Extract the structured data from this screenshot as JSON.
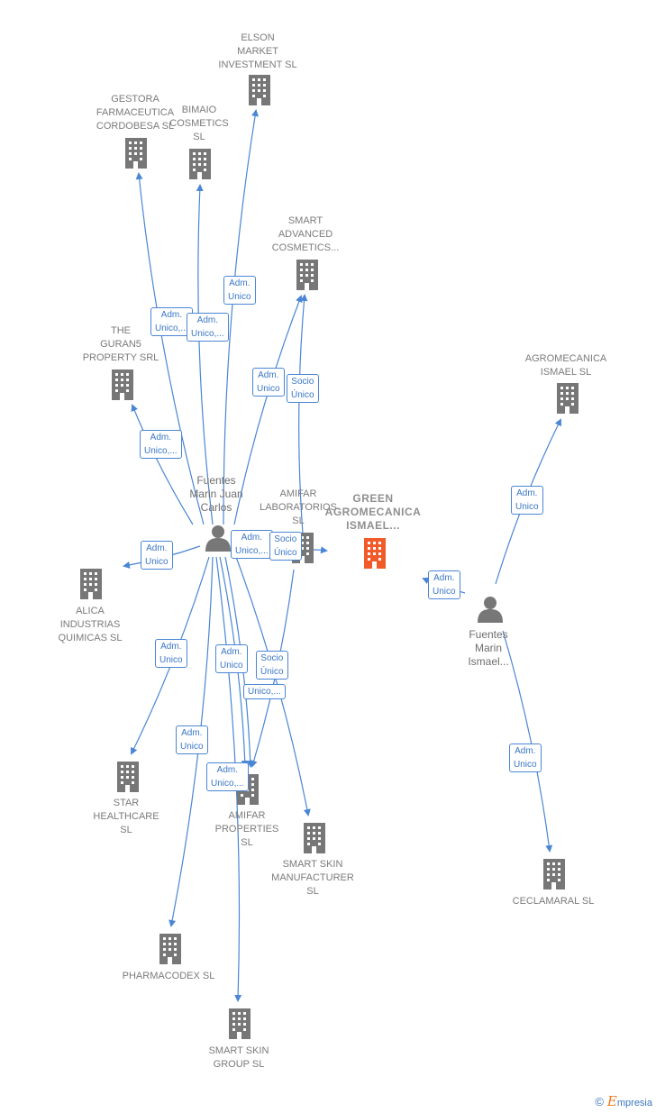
{
  "colors": {
    "edge": "#4a86d4",
    "node": "#777777",
    "main": "#f15b2a",
    "brand": "#f07a1f"
  },
  "nodes": [
    {
      "id": "elson",
      "label": "ELSON\nMARKET\nINVESTMENT SL",
      "kind": "company"
    },
    {
      "id": "gestora",
      "label": "GESTORA\nFARMACEUTICA\nCORDOBESA SL",
      "kind": "company"
    },
    {
      "id": "bimaio",
      "label": "BIMAIO\nCOSMETICS\nSL",
      "kind": "company"
    },
    {
      "id": "smart_adv",
      "label": "SMART\nADVANCED\nCOSMETICS...",
      "kind": "company"
    },
    {
      "id": "guran5",
      "label": "THE\nGURAN5\nPROPERTY SRL",
      "kind": "company"
    },
    {
      "id": "agromecanica",
      "label": "AGROMECANICA\nISMAEL SL",
      "kind": "company"
    },
    {
      "id": "fuentes_jc",
      "label": "Fuentes\nMarin Juan\nCarlos",
      "kind": "person"
    },
    {
      "id": "amifar_lab",
      "label": "AMIFAR\nLABORATORIOS\nSL",
      "kind": "company"
    },
    {
      "id": "green",
      "label": "GREEN\nAGROMECANICA\nISMAEL...",
      "kind": "main"
    },
    {
      "id": "alica",
      "label": "ALICA\nINDUSTRIAS\nQUIMICAS  SL",
      "kind": "company"
    },
    {
      "id": "fuentes_i",
      "label": "Fuentes\nMarin\nIsmael...",
      "kind": "person"
    },
    {
      "id": "star",
      "label": "STAR\nHEALTHCARE\nSL",
      "kind": "company"
    },
    {
      "id": "amifar_prop",
      "label": "AMIFAR\nPROPERTIES\nSL",
      "kind": "company"
    },
    {
      "id": "smart_skin_man",
      "label": "SMART SKIN\nMANUFACTURER\nSL",
      "kind": "company"
    },
    {
      "id": "ceclamaral",
      "label": "CECLAMARAL SL",
      "kind": "company"
    },
    {
      "id": "pharmacodex",
      "label": "PHARMACODEX SL",
      "kind": "company"
    },
    {
      "id": "smart_skin_group",
      "label": "SMART SKIN\nGROUP  SL",
      "kind": "company"
    }
  ],
  "edges": [
    {
      "from": "fuentes_jc",
      "to": "gestora",
      "label": "Adm.\nUnico,..."
    },
    {
      "from": "fuentes_jc",
      "to": "bimaio",
      "label": "Adm.\nUnico,..."
    },
    {
      "from": "fuentes_jc",
      "to": "elson",
      "label": "Adm.\nUnico"
    },
    {
      "from": "fuentes_jc",
      "to": "smart_adv",
      "label": "Adm.\nUnico"
    },
    {
      "from": "amifar_lab",
      "to": "smart_adv",
      "label": "Socio\nÚnico"
    },
    {
      "from": "fuentes_jc",
      "to": "guran5",
      "label": "Adm.\nUnico,..."
    },
    {
      "from": "fuentes_jc",
      "to": "amifar_lab",
      "label": "Adm.\nUnico,..."
    },
    {
      "from": "amifar_lab",
      "to": "green",
      "label": "Socio\nÚnico"
    },
    {
      "from": "fuentes_jc",
      "to": "alica",
      "label": "Adm.\nUnico"
    },
    {
      "from": "fuentes_i",
      "to": "agromecanica",
      "label": "Adm.\nUnico"
    },
    {
      "from": "fuentes_i",
      "to": "green",
      "label": "Adm.\nUnico"
    },
    {
      "from": "fuentes_jc",
      "to": "star",
      "label": "Adm.\nUnico"
    },
    {
      "from": "fuentes_jc",
      "to": "amifar_prop",
      "label": "Adm.\nUnico"
    },
    {
      "from": "amifar_lab",
      "to": "amifar_prop",
      "label": "Socio\nÚnico"
    },
    {
      "from": "fuentes_jc",
      "to": "amifar_prop",
      "label": "Unico,..."
    },
    {
      "from": "fuentes_jc",
      "to": "smart_skin_man",
      "label": ""
    },
    {
      "from": "fuentes_i",
      "to": "ceclamaral",
      "label": "Adm.\nUnico"
    },
    {
      "from": "fuentes_jc",
      "to": "pharmacodex",
      "label": "Adm.\nUnico"
    },
    {
      "from": "fuentes_jc",
      "to": "smart_skin_group",
      "label": "Adm.\nUnico,..."
    }
  ],
  "brand": {
    "copyright": "©",
    "first_letter": "E",
    "rest": "mpresia"
  }
}
